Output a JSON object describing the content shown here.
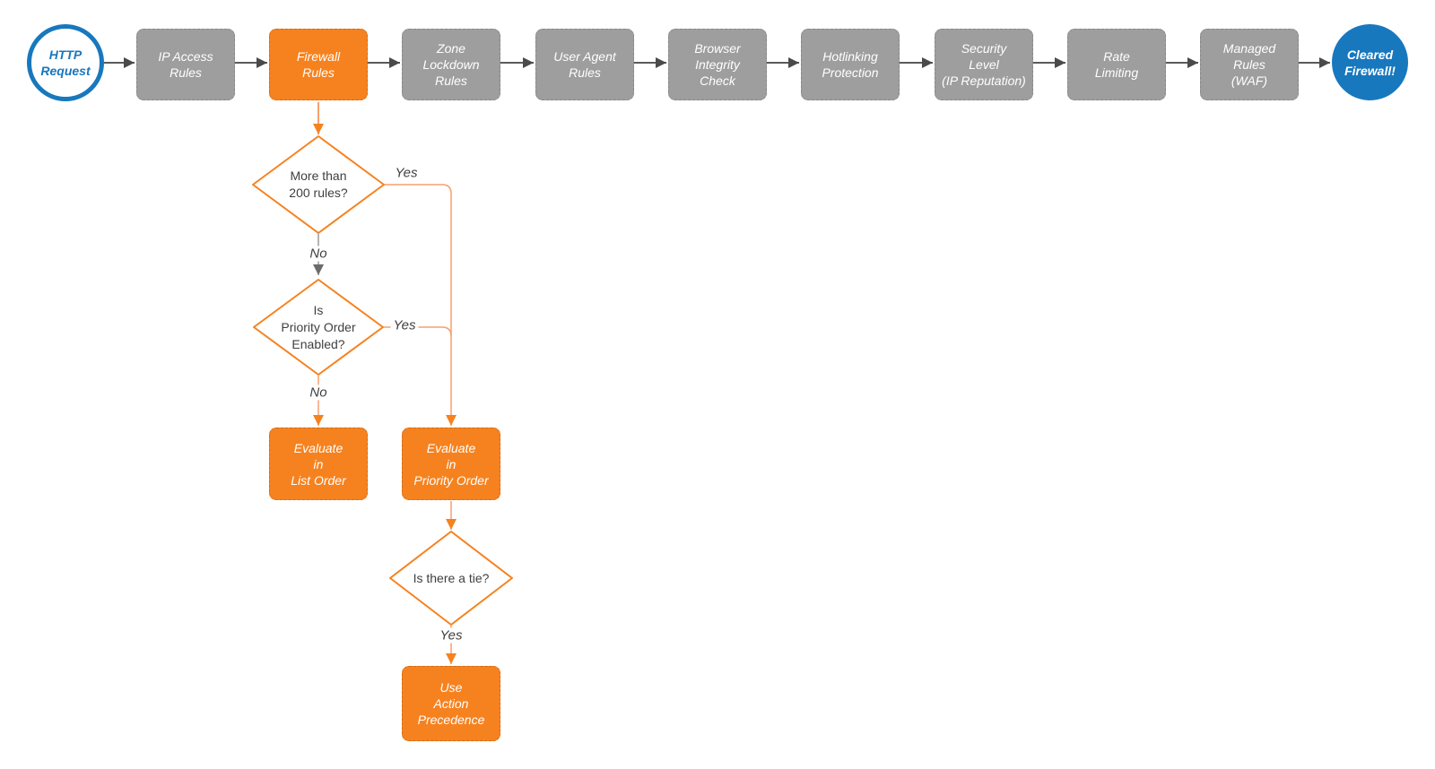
{
  "colors": {
    "brand_blue": "#1878BE",
    "stage_gray": "#9E9E9E",
    "accent_orange": "#F6821F",
    "connector_orange_light": "#F5A06E",
    "connector_dark_gray": "#5B5B5B",
    "connector_light_gray": "#9B9B9B",
    "text_dark": "#3F3F3F"
  },
  "flow": {
    "start": "HTTP\nRequest",
    "stages": [
      "IP Access\nRules",
      "Firewall\nRules",
      "Zone\nLockdown\nRules",
      "User Agent\nRules",
      "Browser\nIntegrity\nCheck",
      "Hotlinking\nProtection",
      "Security\nLevel\n(IP Reputation)",
      "Rate\nLimiting",
      "Managed\nRules\n(WAF)"
    ],
    "end": "Cleared\nFirewall!",
    "decisions": {
      "rule_count": "More than\n200 rules?",
      "priority_enabled": "Is\nPriority Order\nEnabled?",
      "tie": "Is there a tie?"
    },
    "outcomes": {
      "list_order": "Evaluate\nin\nList Order",
      "priority_order": "Evaluate\nin\nPriority Order",
      "action_precedence": "Use\nAction\nPrecedence"
    },
    "labels": {
      "yes": "Yes",
      "no": "No"
    }
  }
}
